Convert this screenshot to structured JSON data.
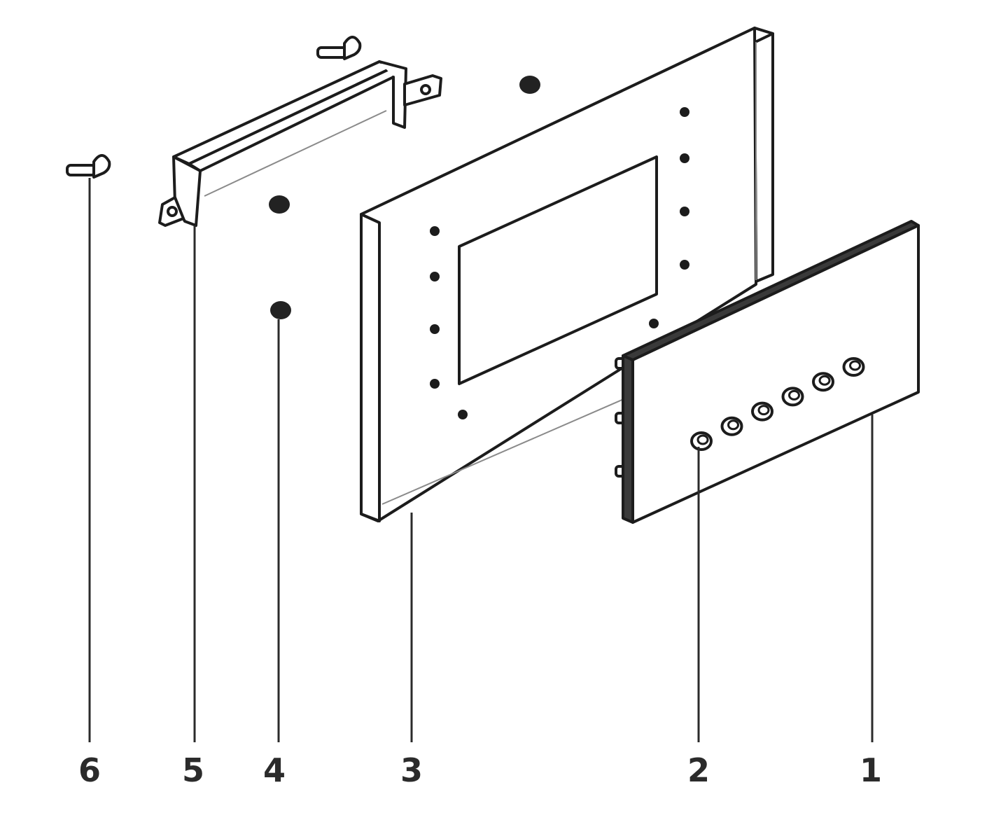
{
  "diagram": {
    "callouts": [
      {
        "id": "1",
        "label": "1"
      },
      {
        "id": "2",
        "label": "2"
      },
      {
        "id": "3",
        "label": "3"
      },
      {
        "id": "4",
        "label": "4"
      },
      {
        "id": "5",
        "label": "5"
      },
      {
        "id": "6",
        "label": "6"
      }
    ],
    "colors": {
      "line": "#1c1c1c",
      "edge_fill": "#3a3a3a",
      "background": "#ffffff"
    }
  }
}
